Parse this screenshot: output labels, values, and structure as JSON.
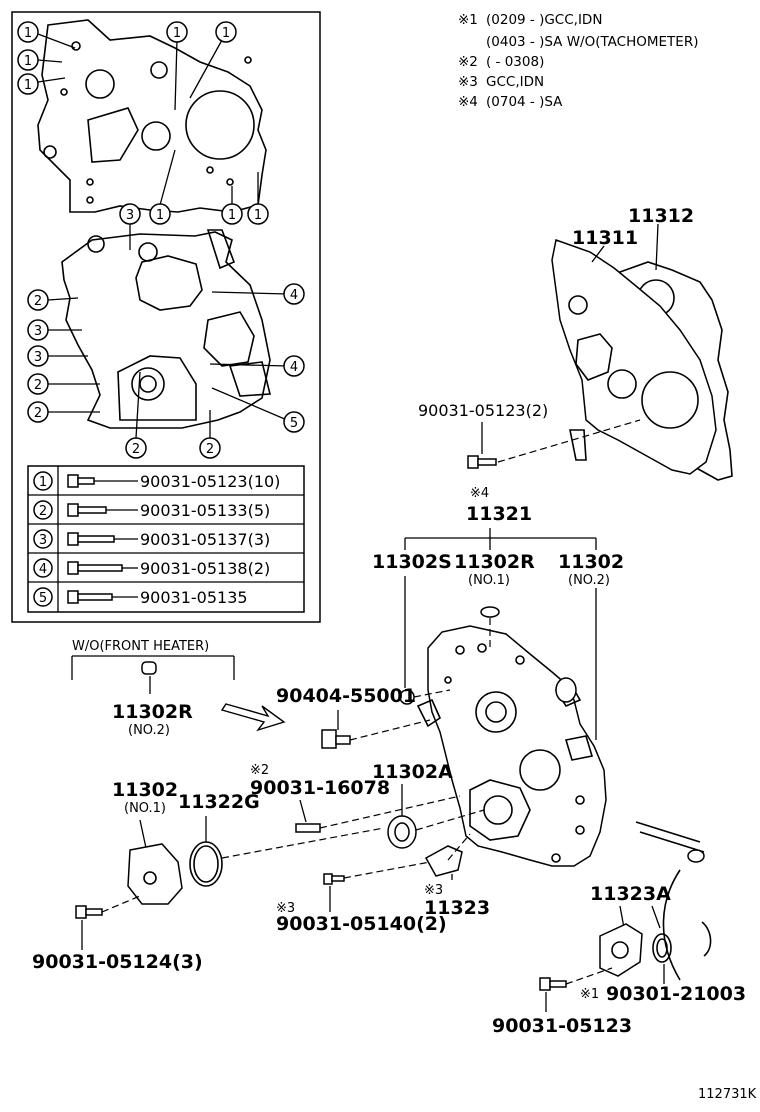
{
  "notes": [
    {
      "mark": "※1",
      "text": "(0209 -        )GCC,IDN"
    },
    {
      "mark": "",
      "text": "(0403 -        )SA W/O(TACHOMETER)"
    },
    {
      "mark": "※2",
      "text": "(        - 0308)"
    },
    {
      "mark": "※3",
      "text": "GCC,IDN"
    },
    {
      "mark": "※4",
      "text": "(0704 -        )SA"
    }
  ],
  "inset": {
    "callouts": [
      "1",
      "1",
      "1",
      "1",
      "1",
      "1",
      "1",
      "1",
      "1",
      "3",
      "2",
      "3",
      "3",
      "2",
      "2",
      "2",
      "2",
      "4",
      "4",
      "5"
    ],
    "table": [
      {
        "num": "1",
        "part": "90031-05123(10)"
      },
      {
        "num": "2",
        "part": "90031-05133(5)"
      },
      {
        "num": "3",
        "part": "90031-05137(3)"
      },
      {
        "num": "4",
        "part": "90031-05138(2)"
      },
      {
        "num": "5",
        "part": "90031-05135"
      }
    ]
  },
  "parts": {
    "p11312": "11312",
    "p11311": "11311",
    "p90031_05123_2": "90031-05123(2)",
    "mark4": "※4",
    "p11321": "11321",
    "p11302S": "11302S",
    "p11302R": "11302R",
    "p11302R_no1": "(NO.1)",
    "p11302": "11302",
    "p11302_no2": "(NO.2)",
    "wo_front_heater": "W/O(FRONT HEATER)",
    "p11302R_left": "11302R",
    "p11302R_left_no2": "(NO.2)",
    "p90404": "90404-55001",
    "mark2": "※2",
    "p90031_16078": "90031-16078",
    "p11302A": "11302A",
    "p11302_left": "11302",
    "p11302_left_no1": "(NO.1)",
    "p11322G": "11322G",
    "mark3a": "※3",
    "p11323": "11323",
    "mark3b": "※3",
    "p90031_05140": "90031-05140(2)",
    "p90031_05124": "90031-05124(3)",
    "p11323A": "11323A",
    "mark1": "※1",
    "p90301": "90301-21003",
    "p90031_05123": "90031-05123"
  },
  "figure_id": "112731K"
}
